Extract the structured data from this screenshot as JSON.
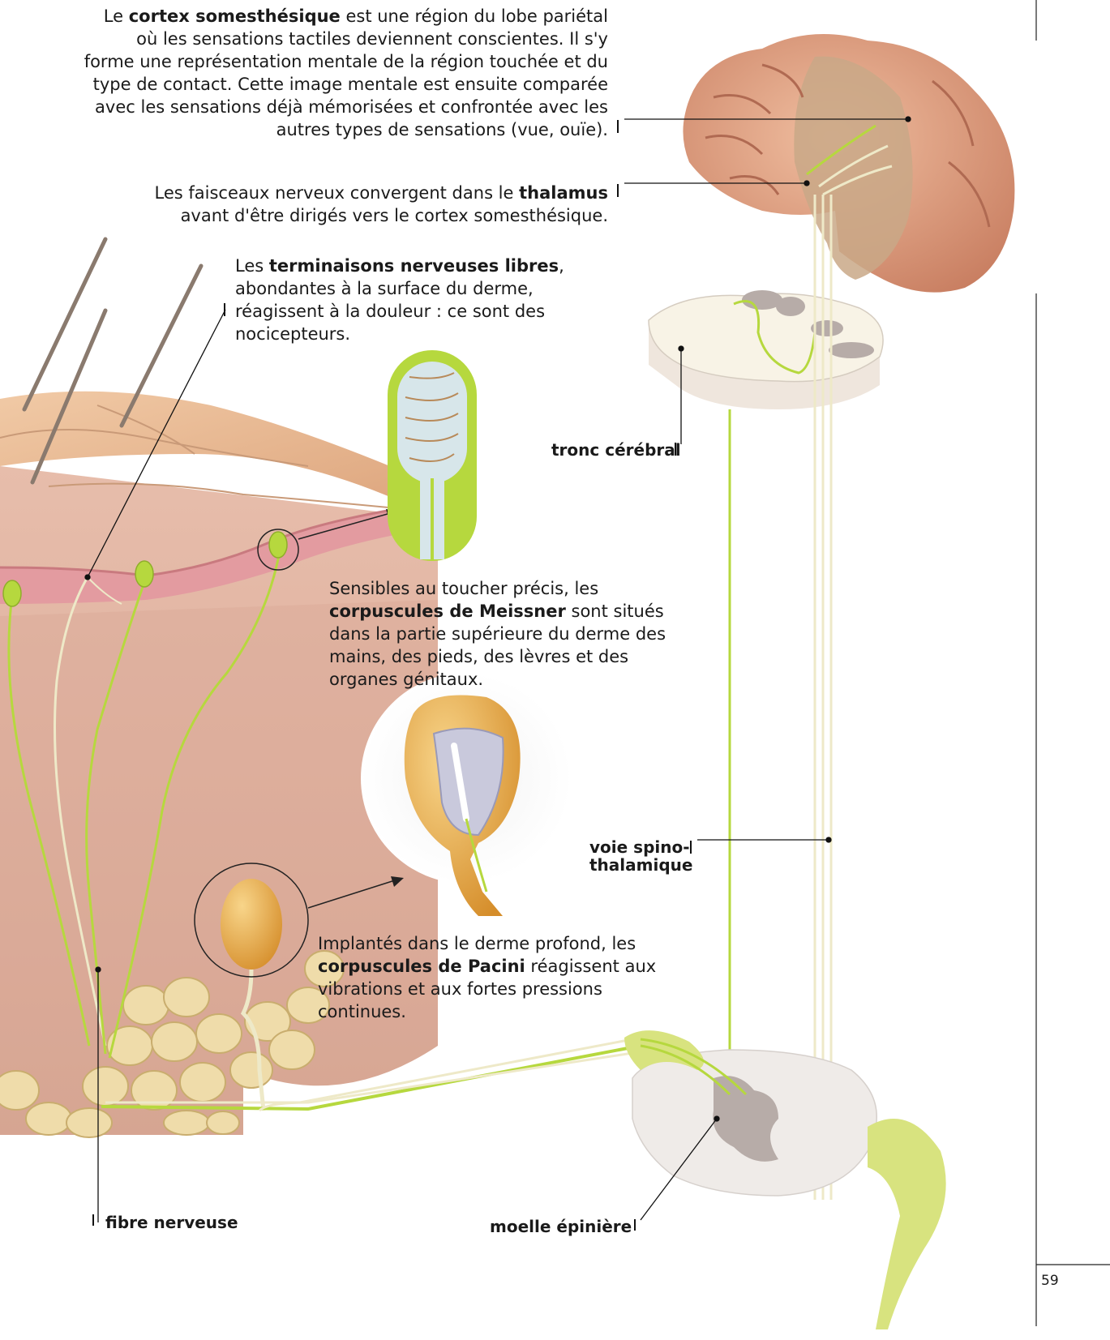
{
  "cortex_text": {
    "pre": "Le ",
    "bold": "cortex somesthésique",
    "post": " est une région du lobe pariétal où les sensations tactiles deviennent conscientes. Il s'y forme une représentation mentale de la région touchée et du type de contact. Cette image mentale est ensuite comparée avec les sensations déjà mémorisées et confrontée avec les autres types de sensations (vue, ouïe)."
  },
  "thalamus_text": {
    "pre": "Les faisceaux nerveux convergent dans le ",
    "bold": "thalamus",
    "post": " avant d'être dirigés vers le cortex somesthésique."
  },
  "terminaisons_text": {
    "pre": "Les ",
    "bold": "terminaisons nerveuses libres",
    "post": ", abondantes à la surface du derme, réagissent à la douleur : ce sont des nocicepteurs."
  },
  "meissner_text": {
    "pre": "Sensibles au toucher précis, les ",
    "bold": "corpuscules de Meissner",
    "post": " sont situés dans la partie supérieure du derme des mains, des pieds, des lèvres et des organes génitaux."
  },
  "pacini_text": {
    "pre": "Implantés dans le derme profond, les ",
    "bold": "corpuscules de Pacini",
    "post": " réagissent aux vibrations et aux fortes pressions continues."
  },
  "labels": {
    "tronc": "tronc cérébral",
    "voie_line1": "voie spino-",
    "voie_line2": "thalamique",
    "fibre": "fibre nerveuse",
    "moelle": "moelle épinière"
  },
  "page_number": "59",
  "colors": {
    "nerve_green": "#b6d83e",
    "nerve_cream": "#eee9c8",
    "skin": "#e6b690",
    "dermis": "#e1b3a2",
    "epidermis": "#e29a9d",
    "fat": "#efdcaa",
    "brain": "#dfa183",
    "pacini": "#e9a23c"
  }
}
